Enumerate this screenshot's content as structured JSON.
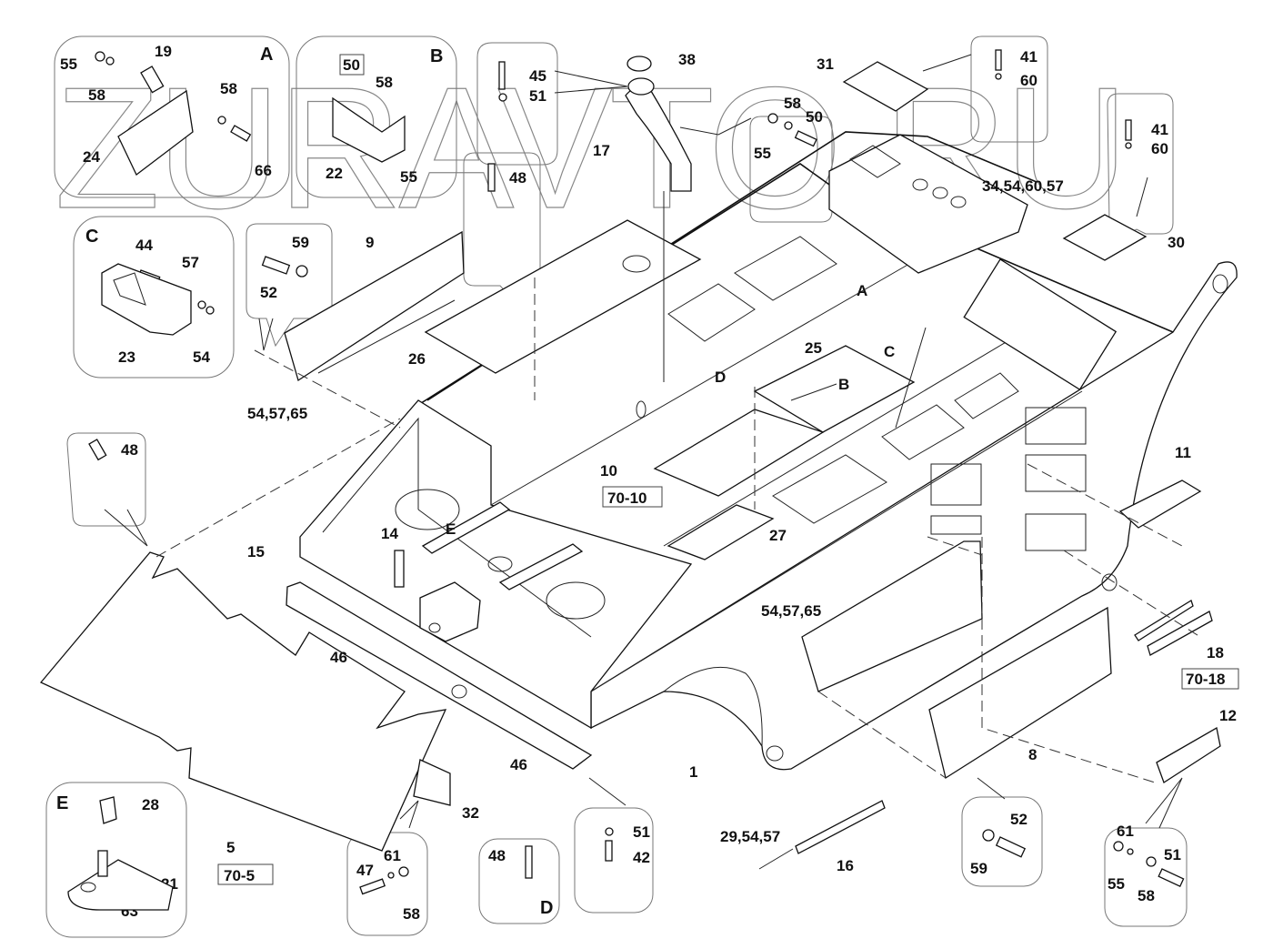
{
  "watermark": "ZURAVTO.RU",
  "detail_letters": {
    "A": "A",
    "B": "B",
    "C": "C",
    "D": "D",
    "E": "E"
  },
  "callouts": {
    "A": {
      "letter": "A",
      "parts": [
        "55",
        "58",
        "19",
        "58",
        "24",
        "66"
      ]
    },
    "B": {
      "letter": "B",
      "parts": [
        "50",
        "58",
        "22",
        "55"
      ]
    },
    "C": {
      "letter": "C",
      "parts": [
        "44",
        "57",
        "23",
        "54"
      ]
    },
    "D": {
      "letter": "D",
      "parts": [
        "48"
      ]
    },
    "E": {
      "letter": "E",
      "parts": [
        "28",
        "21",
        "63"
      ]
    }
  },
  "labels": {
    "p19": "19",
    "p55a": "55",
    "p58a": "58",
    "p58b": "58",
    "p24": "24",
    "p66": "66",
    "p50a": "50",
    "p58c": "58",
    "p22": "22",
    "p55b": "55",
    "p45": "45",
    "p51a": "51",
    "p38": "38",
    "p17": "17",
    "p58d": "58",
    "p50b": "50",
    "p55c": "55",
    "p31": "31",
    "p41a": "41",
    "p60a": "60",
    "p41b": "41",
    "p60b": "60",
    "p48a": "48",
    "p34": "34,54,60,57",
    "p30": "30",
    "p44": "44",
    "p57a": "57",
    "p23": "23",
    "p54a": "54",
    "p59a": "59",
    "p52a": "52",
    "p9": "9",
    "p26": "26",
    "pA": "A",
    "p25": "25",
    "pC": "C",
    "pD": "D",
    "pB": "B",
    "p545765a": "54,57,65",
    "p48b": "48",
    "p10": "10",
    "p7010": "70-10",
    "p11": "11",
    "p27": "27",
    "p14": "14",
    "pE": "E",
    "p15": "15",
    "p46a": "46",
    "p545765b": "54,57,65",
    "p18": "18",
    "p7018": "70-18",
    "p46b": "46",
    "p1": "1",
    "p8": "8",
    "p12": "12",
    "p28": "28",
    "p21": "21",
    "p63": "63",
    "p5": "5",
    "p705": "70-5",
    "p32": "32",
    "p47": "47",
    "p61a": "61",
    "p58e": "58",
    "p48c": "48",
    "pD2": "D",
    "p51b": "51",
    "p42": "42",
    "p29": "29,54,57",
    "p16": "16",
    "p52b": "52",
    "p59b": "59",
    "p61b": "61",
    "p55d": "55",
    "p58f": "58",
    "p51c": "51",
    "pEbox": "E"
  }
}
